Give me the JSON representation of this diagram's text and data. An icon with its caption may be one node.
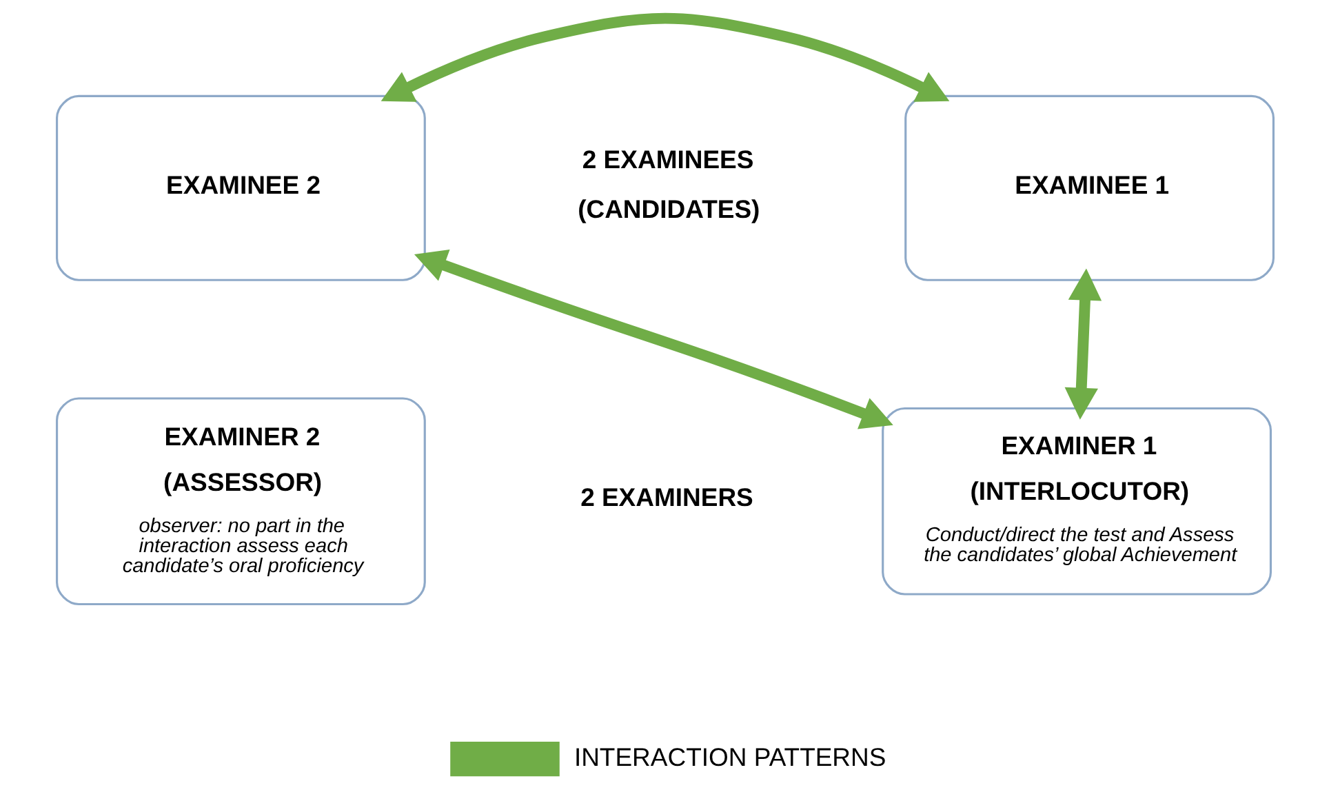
{
  "diagram": {
    "nodes": [
      {
        "text": [
          "EXAMINEE 1"
        ]
      },
      {
        "text": [
          "EXAMINEE 2"
        ]
      },
      {
        "text": [
          "EXAMINER 1",
          "(INTERLOCUTOR)",
          "Conduct/direct the test and Assess the candidates’ global Achievement"
        ]
      },
      {
        "text": [
          "EXAMINER 2",
          "(ASSESSOR)",
          "observer: no part in the interaction assess each candidate’s oral proficiency"
        ]
      }
    ],
    "edges": [
      {
        "from": 0,
        "to": 1,
        "arrow": "both"
      },
      {
        "from": 0,
        "to": 2,
        "arrow": "both"
      },
      {
        "from": 2,
        "to": 1,
        "arrow": "both"
      }
    ],
    "labels": [
      "2 EXAMINEES",
      "(CANDIDATES)",
      "2 EXAMINERS"
    ],
    "legend": [
      {
        "text": "INTERACTION PATTERNS"
      }
    ]
  }
}
